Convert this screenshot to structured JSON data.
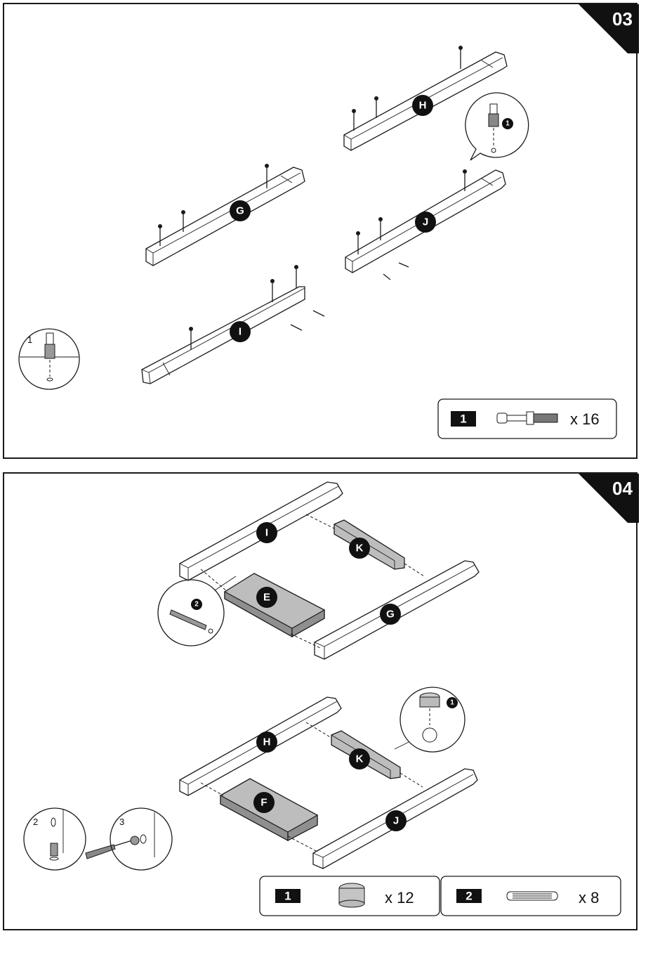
{
  "steps": [
    {
      "number": "03",
      "part_labels": [
        "H",
        "G",
        "J",
        "I"
      ],
      "detail_labels": {
        "callout_hardware": "1",
        "circle_detail": "1"
      },
      "hardware": [
        {
          "box": "1",
          "qty": "x 16",
          "icon": "cam-bolt-icon"
        }
      ]
    },
    {
      "number": "04",
      "part_labels": [
        "I",
        "K",
        "E",
        "G",
        "H",
        "K",
        "F",
        "J"
      ],
      "detail_labels": {
        "callout_dowel": "2",
        "callout_camlock": "1",
        "detail_a": "2",
        "detail_b": "3"
      },
      "hardware": [
        {
          "box": "1",
          "qty": "x 12",
          "icon": "cam-lock-nut-icon"
        },
        {
          "box": "2",
          "qty": "x 8",
          "icon": "wooden-dowel-icon"
        }
      ]
    }
  ]
}
